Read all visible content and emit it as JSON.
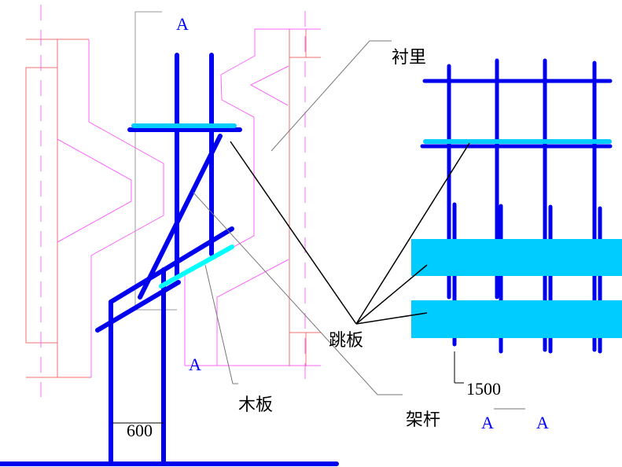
{
  "labels": {
    "lining": "衬里",
    "springboard": "跳板",
    "wood_board": "木板",
    "scaffold_pole": "架杆",
    "section_mark": "A",
    "dim_left": "600",
    "dim_right": "1500"
  },
  "colors": {
    "pole": "#0000ee",
    "board": "#00ccff",
    "outline_pink": "#ff66ff",
    "outline_red": "#f07070",
    "leader": "#000000",
    "gray": "#888888"
  }
}
